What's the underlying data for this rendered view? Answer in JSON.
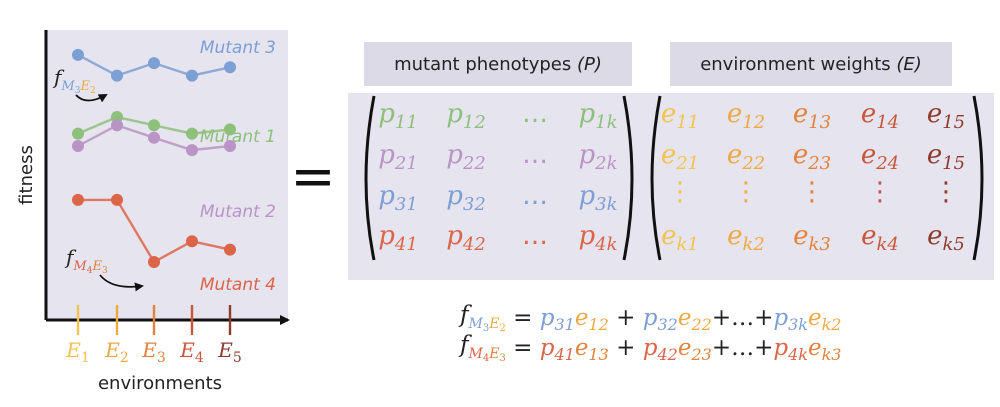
{
  "colors": {
    "panel_bg": "#e6e4ef",
    "label_bg": "#dcdae6",
    "mutant1": "#8dc07a",
    "mutant2": "#b994c4",
    "mutant3": "#7c9fd4",
    "mutant4": "#dc6548",
    "e1": "#f3c34f",
    "e2": "#eea844",
    "e3": "#e3823b",
    "e4": "#c8573a",
    "e5": "#8e3b2c",
    "dots": "#7c9fd4",
    "text": "#222222"
  },
  "chart_data": {
    "type": "line",
    "xlabel": "environments",
    "ylabel": "fitness",
    "categories": [
      "E1",
      "E2",
      "E3",
      "E4",
      "E5"
    ],
    "series": [
      {
        "name": "Mutant 3",
        "values": [
          7.4,
          6.9,
          7.2,
          6.9,
          7.1
        ]
      },
      {
        "name": "Mutant 1",
        "values": [
          5.5,
          5.9,
          5.7,
          5.5,
          5.6
        ]
      },
      {
        "name": "Mutant 2",
        "values": [
          5.2,
          5.7,
          5.4,
          5.1,
          5.2
        ]
      },
      {
        "name": "Mutant 4",
        "values": [
          3.9,
          3.9,
          2.4,
          2.9,
          2.7
        ]
      }
    ],
    "annotations": [
      {
        "series": "Mutant 3",
        "env": "E2",
        "sub1": "M",
        "sub1n": "3",
        "sub2": "E",
        "sub2n": "2"
      },
      {
        "series": "Mutant 4",
        "env": "E3",
        "sub1": "M",
        "sub1n": "4",
        "sub2": "E",
        "sub2n": "3"
      }
    ]
  },
  "equals_sign": "=",
  "header_p": {
    "text": "mutant phenotypes ",
    "sym": "(P)"
  },
  "header_e": {
    "text": "environment weights ",
    "sym": "(E)"
  },
  "P": {
    "rows": [
      {
        "cells": [
          "11",
          "12",
          "…",
          "1k"
        ]
      },
      {
        "cells": [
          "21",
          "22",
          "…",
          "2k"
        ]
      },
      {
        "cells": [
          "31",
          "32",
          "…",
          "3k"
        ]
      },
      {
        "cells": [
          "41",
          "42",
          "…",
          "4k"
        ]
      }
    ]
  },
  "E": {
    "rows": [
      [
        "11",
        "12",
        "13",
        "14",
        "15"
      ],
      [
        "21",
        "22",
        "23",
        "24",
        "15"
      ],
      [
        "⋮",
        "⋮",
        "⋮",
        "⋮",
        "⋮"
      ],
      [
        "k1",
        "k2",
        "k3",
        "k4",
        "k5"
      ]
    ]
  },
  "formulas": [
    {
      "lhs": [
        "M",
        "3",
        "E",
        "2"
      ],
      "terms": [
        "31",
        "12",
        "32",
        "22",
        "3k",
        "k2"
      ]
    },
    {
      "lhs": [
        "M",
        "4",
        "E",
        "3"
      ],
      "terms": [
        "41",
        "13",
        "42",
        "23",
        "4k",
        "k3"
      ]
    }
  ]
}
